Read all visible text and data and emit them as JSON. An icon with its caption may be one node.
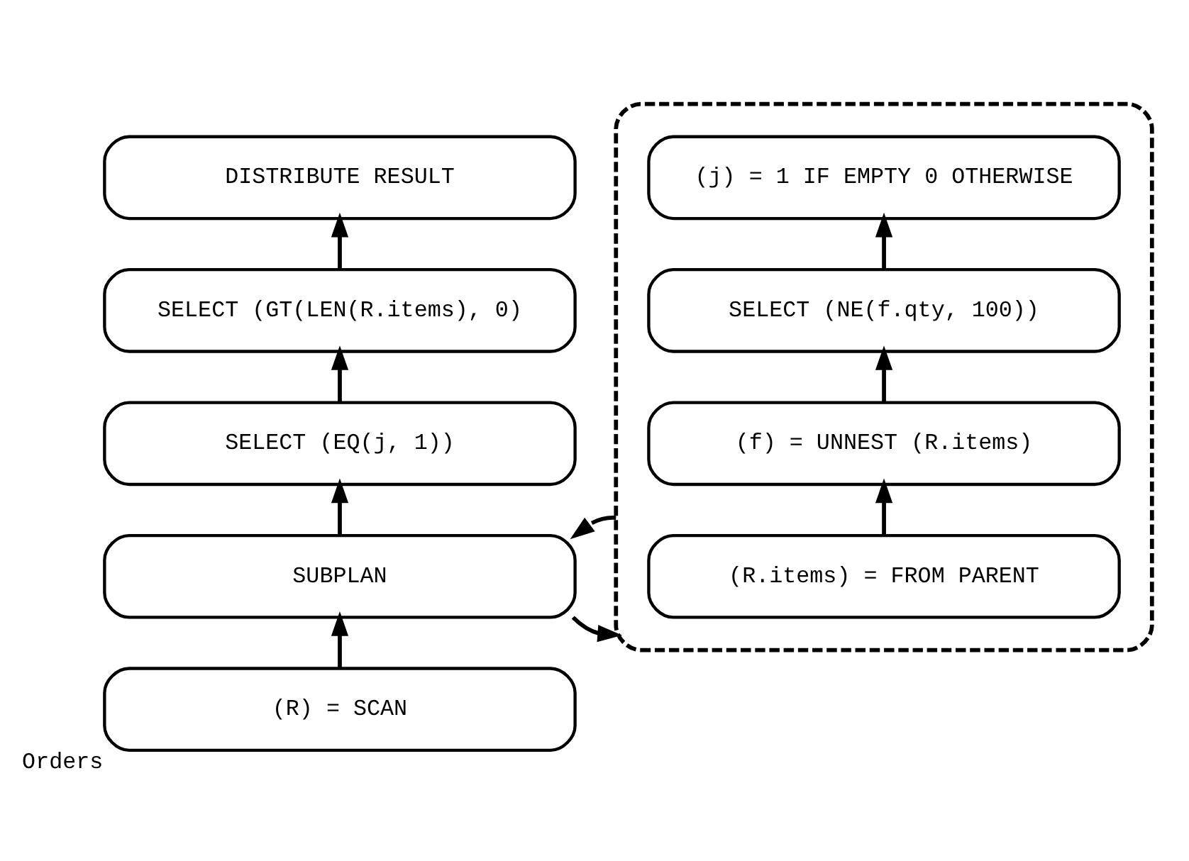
{
  "diagram": {
    "nodes": [
      {
        "text": [
          "DISTRIBUTE RESULT"
        ]
      },
      {
        "text": [
          "SELECT (GT(LEN(R.items), 0)"
        ]
      },
      {
        "text": [
          "SELECT (EQ(j, 1))"
        ]
      },
      {
        "text": [
          "SUBPLAN"
        ]
      },
      {
        "text": [
          "(R) = SCAN"
        ],
        "beside": [
          "Orders"
        ]
      },
      {
        "text": [],
        "shape": "box"
      },
      {
        "text": [
          "(j) = 1 IF EMPTY 0 OTHERWISE"
        ],
        "in": 5
      },
      {
        "text": [
          "SELECT (NE(f.qty, 100))"
        ],
        "in": 5
      },
      {
        "text": [
          "(f) = UNNEST (R.items)"
        ],
        "in": 5
      },
      {
        "text": [
          "(R.items) = FROM PARENT"
        ],
        "in": 5
      }
    ],
    "edges": [
      {
        "from": 4,
        "to": 3,
        "arrow": "to"
      },
      {
        "from": 3,
        "to": 2,
        "arrow": "to"
      },
      {
        "from": 2,
        "to": 1,
        "arrow": "to"
      },
      {
        "from": 1,
        "to": 0,
        "arrow": "to"
      },
      {
        "from": 9,
        "to": 8,
        "arrow": "to"
      },
      {
        "from": 8,
        "to": 7,
        "arrow": "to"
      },
      {
        "from": 7,
        "to": 6,
        "arrow": "to"
      },
      {
        "from": 3,
        "to": 5,
        "arrow": "to"
      },
      {
        "from": 5,
        "to": 3,
        "arrow": "to"
      }
    ]
  }
}
